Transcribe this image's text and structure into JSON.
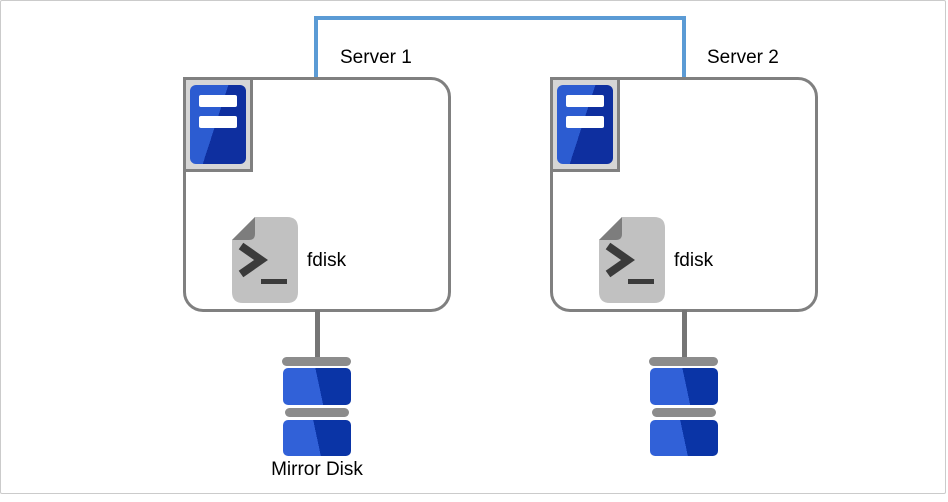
{
  "diagram": {
    "interconnect": {
      "description": "blue link joining the two server boxes across the top",
      "color": "#5b9bd5"
    },
    "servers": [
      {
        "label": "Server 1",
        "tool_label": "fdisk"
      },
      {
        "label": "Server 2",
        "tool_label": "fdisk"
      }
    ],
    "mirror_disk_label": "Mirror Disk",
    "icons": {
      "server_icon": "server-tower",
      "tool_icon": "terminal-script-file",
      "disk_icon": "stacked-disk-drive"
    },
    "colors": {
      "connector_blue": "#5b9bd5",
      "box_border_gray": "#808080",
      "server_icon_blue_light": "#2c5cd1",
      "server_icon_blue_dark": "#0e2f9f",
      "disk_blue_light": "#3161d8",
      "disk_blue_dark": "#0a34a6",
      "document_gray": "#c1c1c1",
      "fold_gray": "#7d7d7d",
      "glyph_gray": "#3b3b3b",
      "disk_bar_gray": "#8c8c8c",
      "line_gray": "#757575"
    }
  }
}
